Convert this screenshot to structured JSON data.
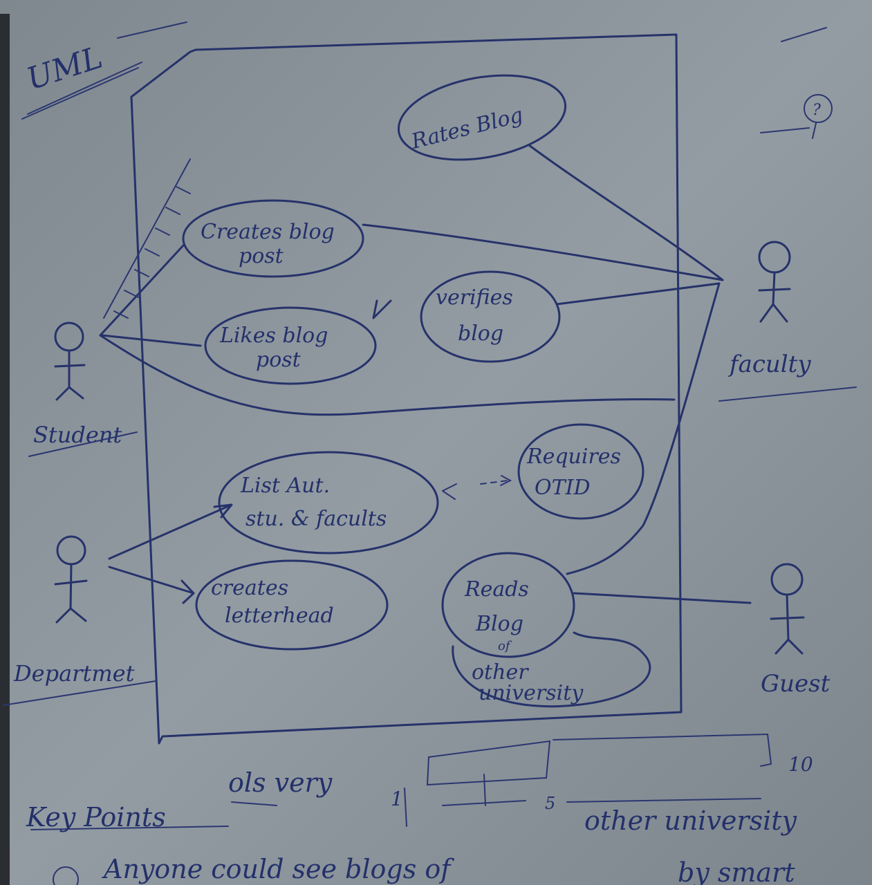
{
  "title": "UML",
  "actors": {
    "student": "Student",
    "department": "Departmet",
    "faculty": "faculty",
    "guest": "Guest",
    "unknown": "?"
  },
  "use_cases": {
    "rates_blog": "Rates Blog",
    "creates_blog_post": [
      "Creates blog",
      "post"
    ],
    "likes_blog_post": [
      "Likes blog",
      "post"
    ],
    "verifies_blog": [
      "verifies",
      "blog"
    ],
    "list_aut": [
      "List Aut.",
      "stu. & facults"
    ],
    "requires_otid": [
      "Requires",
      "OTID"
    ],
    "creates_letterhead": [
      "creates",
      "letterhead"
    ],
    "reads_blog": [
      "Reads",
      "Blog"
    ],
    "of": "of",
    "other_university": [
      "other",
      "university"
    ]
  },
  "bottom_notes": {
    "key_points": "Key Points",
    "ols_very": "ols very",
    "number_1": "1",
    "number_5": "5",
    "number_10": "10",
    "line1": "other university",
    "line2": "Anyone could see blogs of",
    "line3": "by smart"
  },
  "colors": {
    "paper": "#8c959c",
    "ink": "#26326a"
  }
}
